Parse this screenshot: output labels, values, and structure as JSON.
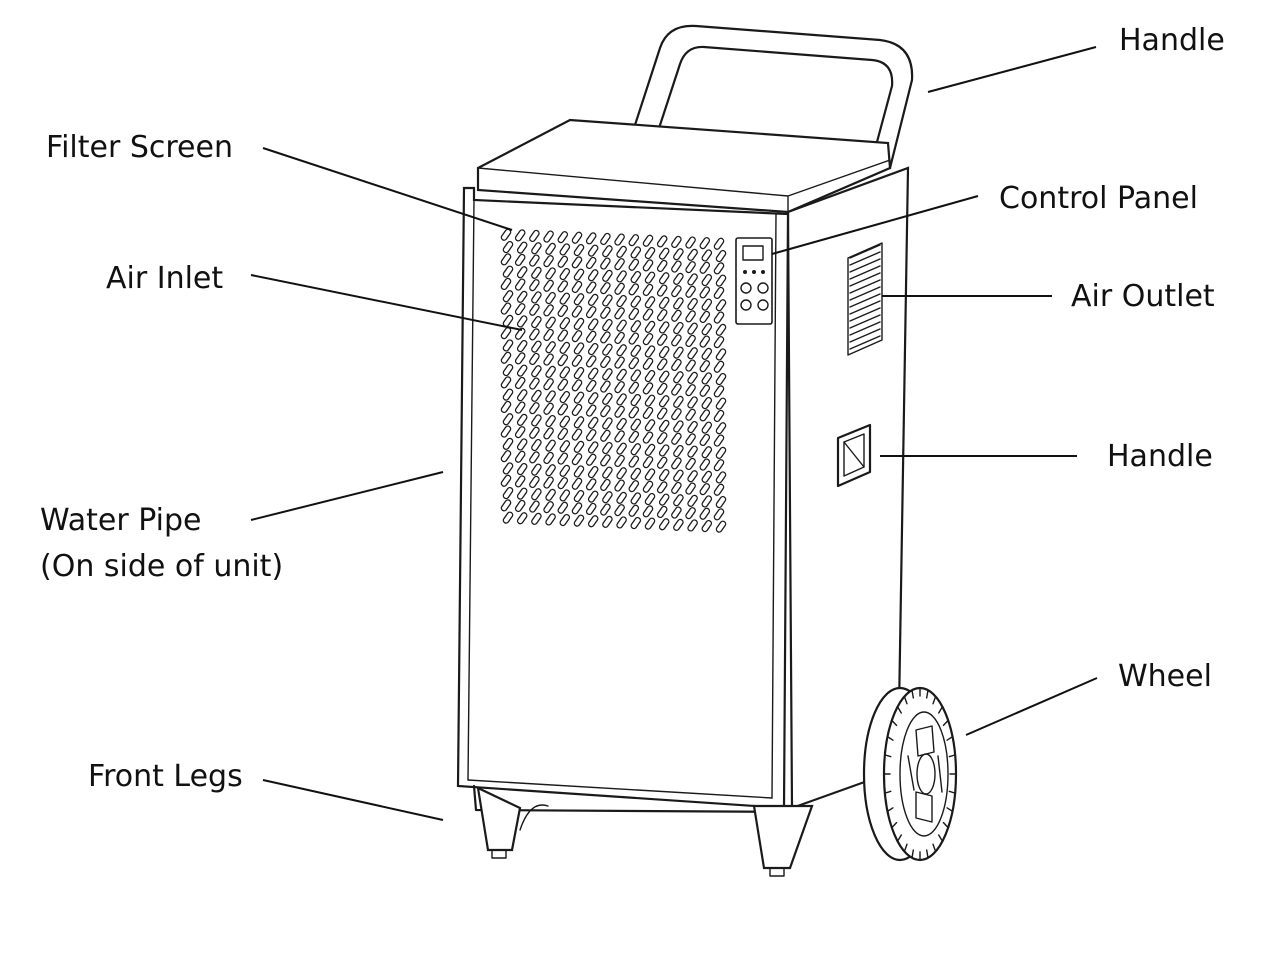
{
  "labels": {
    "handle_top": "Handle",
    "filter_screen": "Filter Screen",
    "control_panel": "Control Panel",
    "air_inlet": "Air Inlet",
    "air_outlet": "Air Outlet",
    "handle_side": "Handle",
    "water_pipe_line1": "Water Pipe",
    "water_pipe_line2": "(On side of unit)",
    "wheel": "Wheel",
    "front_legs": "Front Legs"
  },
  "colors": {
    "line": "#1a1a1a",
    "background": "#ffffff",
    "text": "#111111"
  }
}
